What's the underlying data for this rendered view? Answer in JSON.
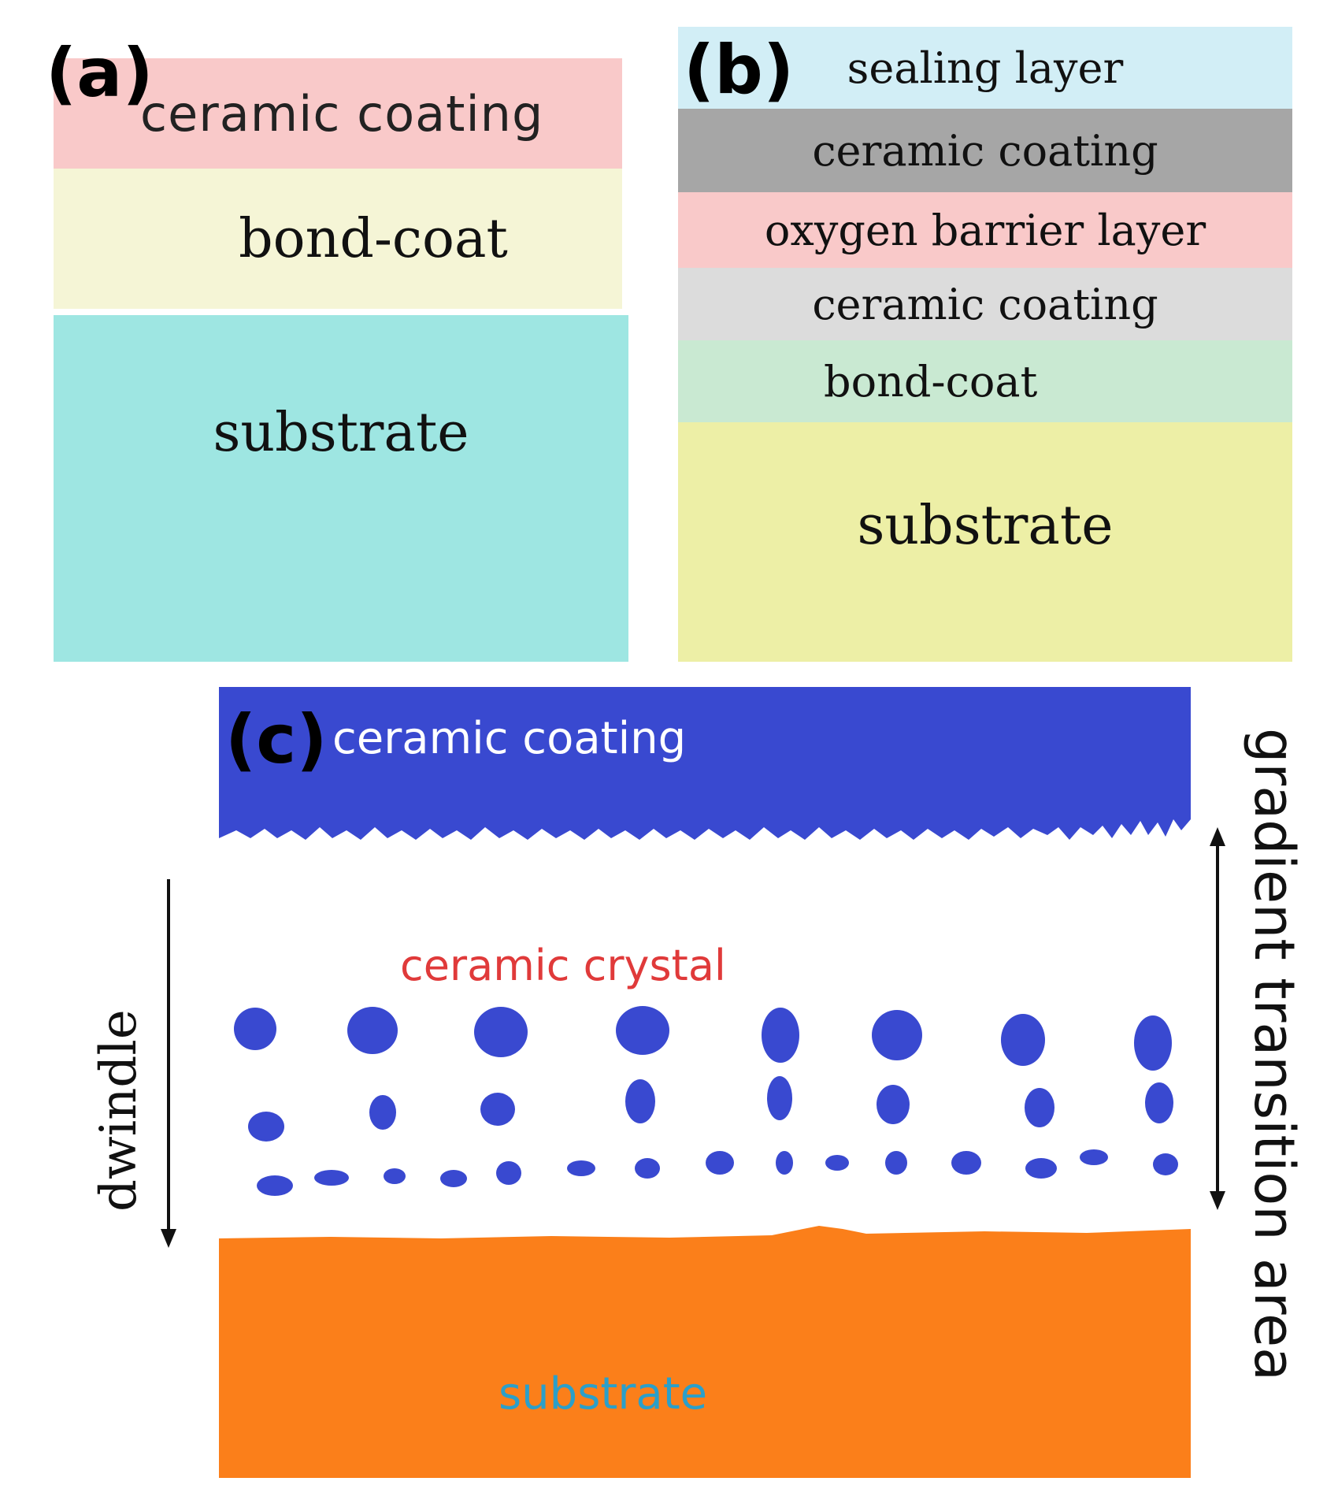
{
  "panel_a": {
    "label": "(a)",
    "layers": [
      {
        "text": "ceramic coating",
        "color": "#f9c9c9"
      },
      {
        "text": "bond-coat",
        "color": "#f5f5d6"
      },
      {
        "text": "substrate",
        "color": "#9ee6e2"
      }
    ]
  },
  "panel_b": {
    "label": "(b)",
    "layers": [
      {
        "text": "sealing layer",
        "color": "#d2eef6"
      },
      {
        "text": "ceramic coating",
        "color": "#a6a6a6"
      },
      {
        "text": "oxygen barrier layer",
        "color": "#f9c9c9"
      },
      {
        "text": "ceramic coating",
        "color": "#dcdcdc"
      },
      {
        "text": "bond-coat",
        "color": "#c9e9d2"
      },
      {
        "text": "substrate",
        "color": "#edefa6"
      }
    ]
  },
  "panel_c": {
    "label": "(c)",
    "top_layer": {
      "text": "ceramic coating",
      "color": "#3949d0"
    },
    "crystal_label": "ceramic crystal",
    "crystal_label_color": "#e03a3a",
    "bottom_layer": {
      "text": "substrate",
      "color": "#fb7f1a",
      "text_color": "#2b9fc9"
    },
    "left_arrow_label": "dwindle",
    "right_arrow_label": "gradient transition area"
  }
}
